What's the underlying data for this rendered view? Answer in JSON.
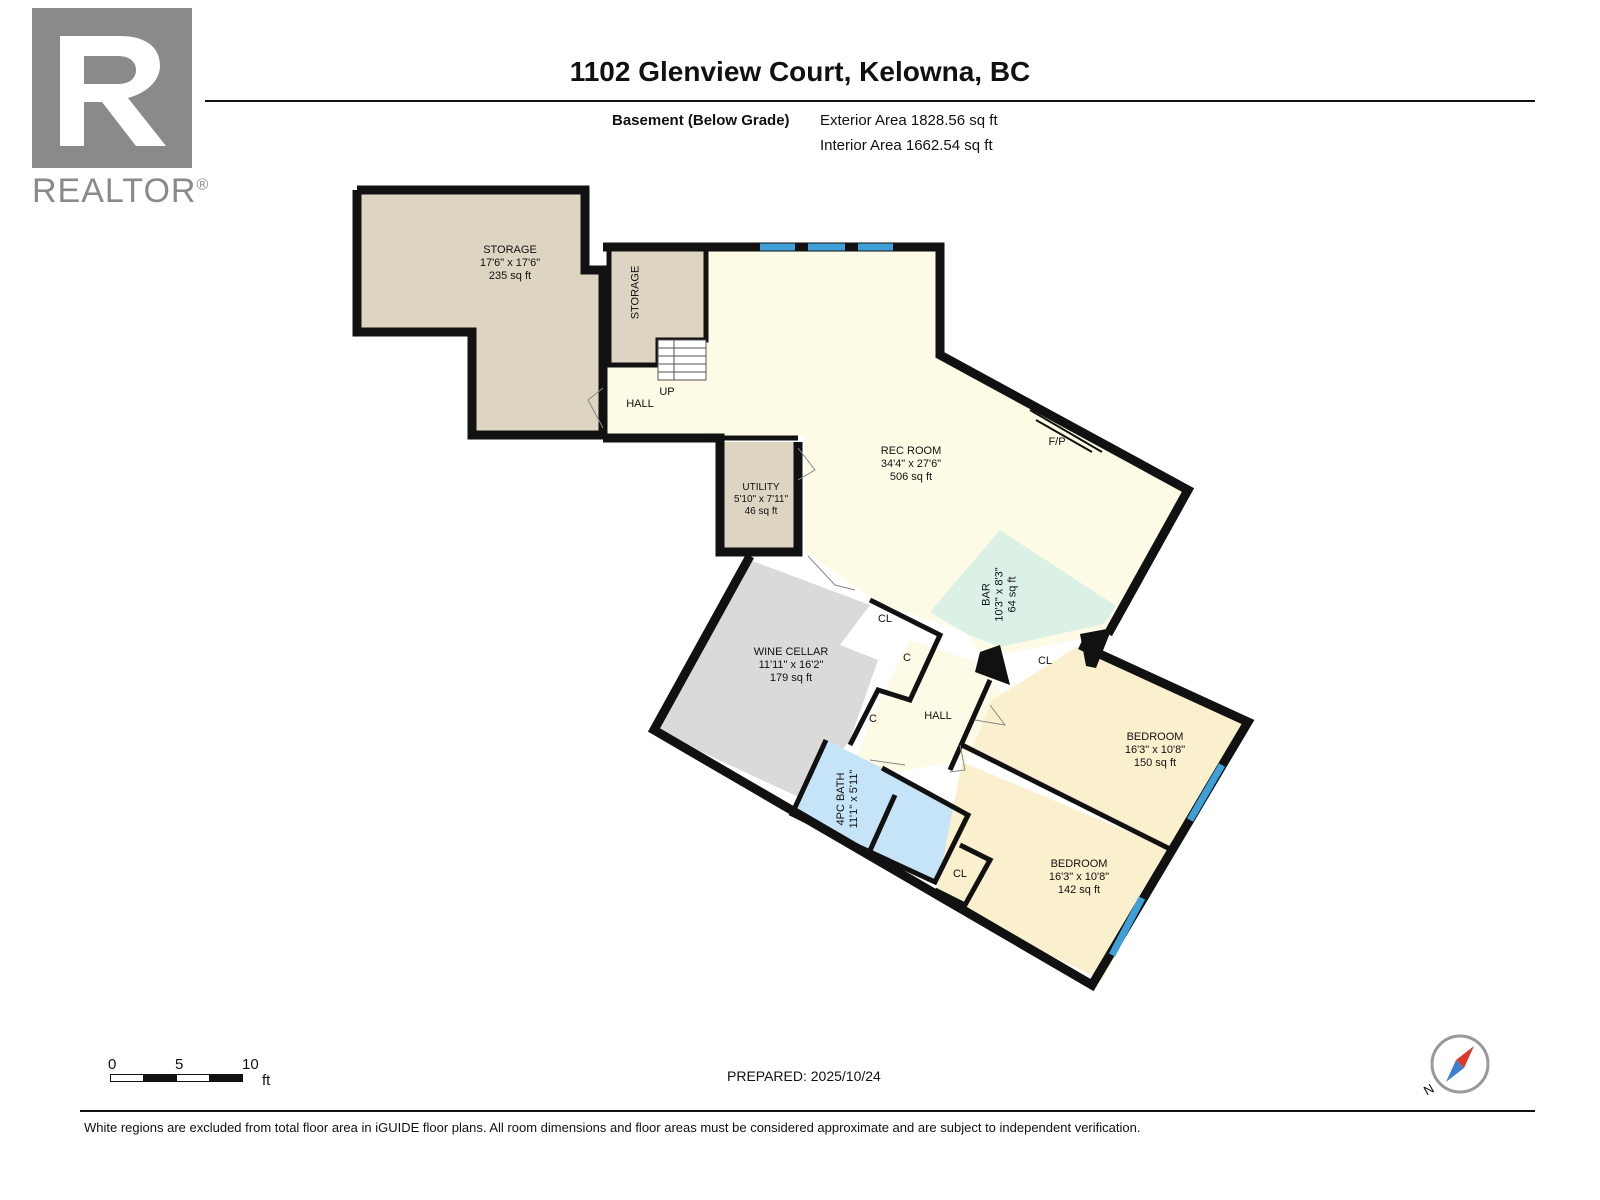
{
  "header": {
    "title": "1102 Glenview Court, Kelowna, BC",
    "level": "Basement (Below Grade)",
    "exterior_area": "Exterior Area 1828.56 sq ft",
    "interior_area": "Interior Area 1662.54 sq ft"
  },
  "logo": {
    "text": "REALTOR",
    "mark": "®",
    "icon": "realtor-r-icon",
    "color": "#8a8a8a"
  },
  "rooms": {
    "storage_main": {
      "name": "STORAGE",
      "dims": "17'6\" x 17'6\"",
      "area": "235 sq ft"
    },
    "storage_small": {
      "name": "STORAGE"
    },
    "hall_upper": {
      "name": "HALL"
    },
    "stairs": {
      "label": "UP"
    },
    "utility": {
      "name": "UTILITY",
      "dims": "5'10\" x 7'11\"",
      "area": "46 sq ft"
    },
    "rec_room": {
      "name": "REC ROOM",
      "dims": "34'4\" x 27'6\"",
      "area": "506 sq ft"
    },
    "fireplace": {
      "label": "F/P"
    },
    "bar": {
      "name": "BAR",
      "dims": "10'3\" x 8'3\"",
      "area": "64 sq ft"
    },
    "wine_cellar": {
      "name": "WINE CELLAR",
      "dims": "11'11\" x 16'2\"",
      "area": "179 sq ft"
    },
    "hall_lower": {
      "name": "HALL"
    },
    "closet_cl1": {
      "name": "CL"
    },
    "closet_c1": {
      "name": "C"
    },
    "closet_c2": {
      "name": "C"
    },
    "closet_cl_bed1": {
      "name": "CL"
    },
    "closet_cl_bed2": {
      "name": "CL"
    },
    "bath": {
      "name": "4PC BATH",
      "dims": "11'1\" x 5'11\""
    },
    "bedroom1": {
      "name": "BEDROOM",
      "dims": "16'3\" x 10'8\"",
      "area": "150 sq ft"
    },
    "bedroom2": {
      "name": "BEDROOM",
      "dims": "16'3\" x 10'8\"",
      "area": "142 sq ft"
    }
  },
  "colors": {
    "storage": "#ddd4c2",
    "rec_room": "#fdfae6",
    "bar": "#dcf1e6",
    "wine_cellar": "#dadada",
    "bath": "#c5e4f7",
    "bedroom": "#fbf0cd",
    "window": "#3f9fd8",
    "wall": "#111111"
  },
  "scale": {
    "ticks": [
      "0",
      "5",
      "10"
    ],
    "unit": "ft"
  },
  "compass": {
    "label": "N",
    "icon": "compass-icon"
  },
  "footer": {
    "prepared": "PREPARED: 2025/10/24",
    "disclaimer": "White regions are excluded from total floor area in iGUIDE floor plans. All room dimensions and floor areas must be considered approximate and are subject to independent verification."
  }
}
